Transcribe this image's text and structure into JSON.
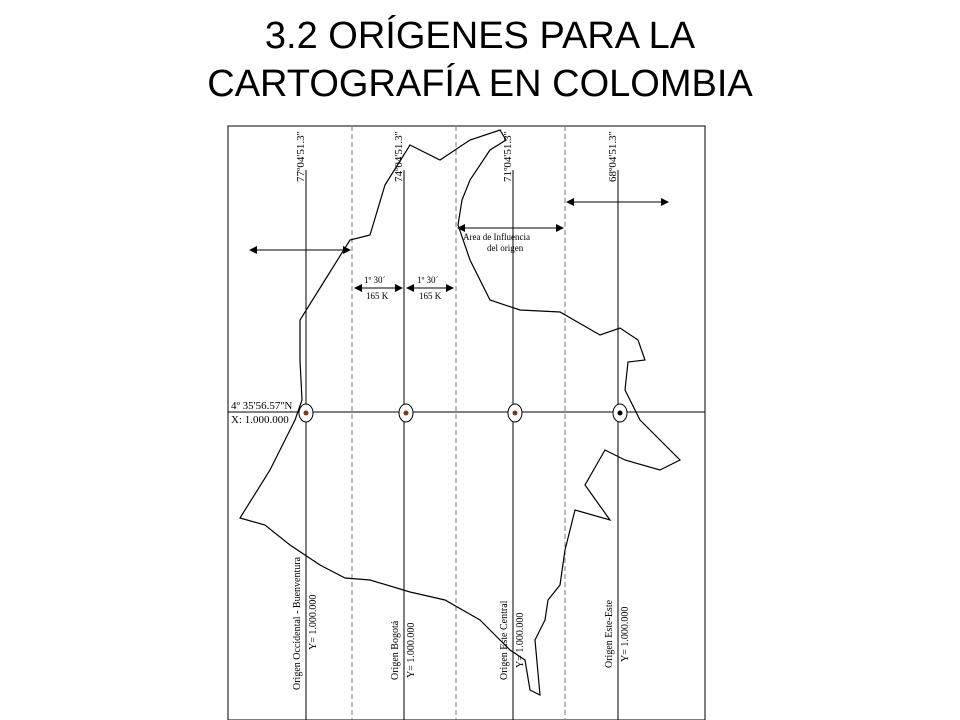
{
  "slide": {
    "title_line1": "3.2 ORÍGENES PARA LA",
    "title_line2": "CARTOGRAFÍA EN COLOMBIA"
  },
  "diagram": {
    "meridians": [
      {
        "label": "77º04'51.3''",
        "origin_name": "Origen Occidental - Buenventura",
        "origin_y": "Y= 1.000.000"
      },
      {
        "label": "74º04'51.3''",
        "origin_name": "Origen Bogotá",
        "origin_y": "Y= 1.000.000"
      },
      {
        "label": "71º04'51.3''",
        "origin_name": "Origen Este Central",
        "origin_y": "Y= 1.000.000"
      },
      {
        "label": "68º04'51.3''",
        "origin_name": "Origen Este-Este",
        "origin_y": "Y= 1.000.000"
      }
    ],
    "latitude_label": "4º 35'56.57''N",
    "x_label": "X: 1.000.000",
    "zone_width": [
      {
        "angle": "1º 30´",
        "distance": "165 K"
      },
      {
        "angle": "1º 30´",
        "distance": "165 K"
      }
    ],
    "influence_line1": "Area de Influencia",
    "influence_line2": "del origen",
    "colors": {
      "line": "#000000",
      "dashed": "#666666",
      "origin_dot": "#7a3a1a"
    }
  }
}
